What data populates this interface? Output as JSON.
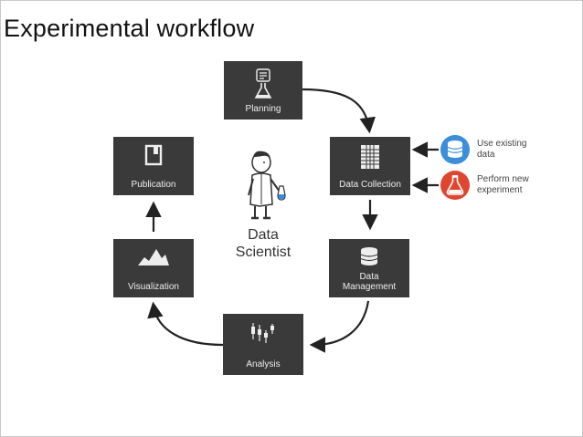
{
  "title": "Experimental workflow",
  "center": {
    "label_line1": "Data",
    "label_line2": "Scientist"
  },
  "steps": {
    "planning": "Planning",
    "data_collection": "Data Collection",
    "data_management_line1": "Data",
    "data_management_line2": "Management",
    "analysis": "Analysis",
    "visualization": "Visualization",
    "publication": "Publication"
  },
  "sources": {
    "use_existing_line1": "Use existing",
    "use_existing_line2": "data",
    "perform_new_line1": "Perform new",
    "perform_new_line2": "experiment"
  },
  "colors": {
    "box": "#3a3a3a",
    "database_circle": "#3b8fd9",
    "experiment_circle": "#e0462f",
    "arrow": "#222222"
  }
}
